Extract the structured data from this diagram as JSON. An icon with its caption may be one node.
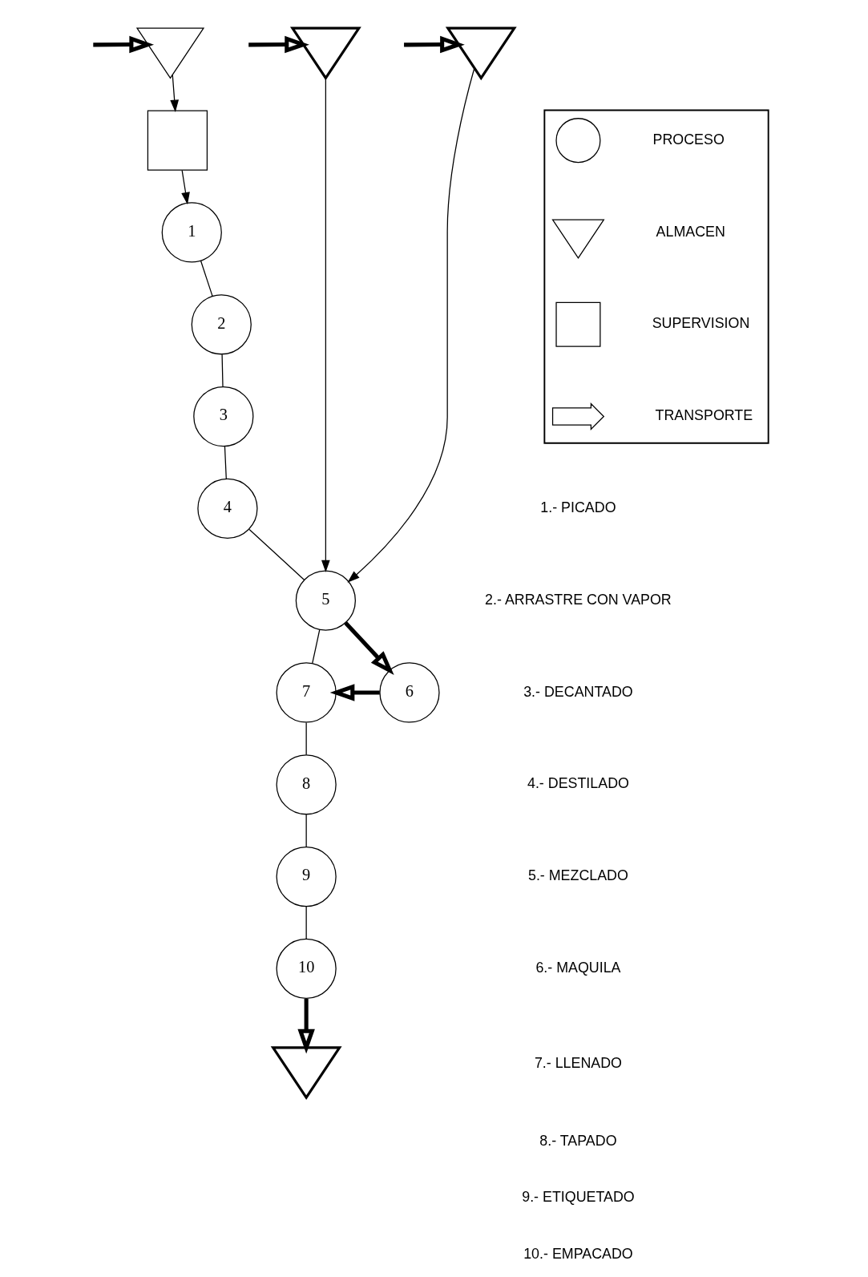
{
  "diagram": {
    "nodes": [
      {
        "text": [],
        "shape": "triangle"
      },
      {
        "text": [],
        "shape": "triangle"
      },
      {
        "text": [],
        "shape": "triangle"
      },
      {
        "text": [],
        "shape": "box"
      },
      {
        "text": [
          "1"
        ]
      },
      {
        "text": [
          "2"
        ]
      },
      {
        "text": [
          "3"
        ]
      },
      {
        "text": [
          "4"
        ]
      },
      {
        "text": [
          "5"
        ]
      },
      {
        "text": [
          "6"
        ]
      },
      {
        "text": [
          "7"
        ]
      },
      {
        "text": [
          "8"
        ]
      },
      {
        "text": [
          "9"
        ]
      },
      {
        "text": [
          "10"
        ]
      },
      {
        "text": [],
        "shape": "triangle"
      },
      {
        "text": [],
        "shape": "box"
      },
      {
        "text": [],
        "shape": "circle",
        "in": 15
      },
      {
        "text": [],
        "shape": "triangle",
        "in": 15
      },
      {
        "text": [],
        "shape": "box",
        "in": 15
      },
      {
        "text": [],
        "shape": "arrow",
        "in": 15
      }
    ],
    "edges": [
      {
        "from": null,
        "to": 0,
        "arrow": "to",
        "style": "thick"
      },
      {
        "from": null,
        "to": 1,
        "arrow": "to",
        "style": "thick"
      },
      {
        "from": null,
        "to": 2,
        "arrow": "to",
        "style": "thick"
      },
      {
        "from": 0,
        "to": 3,
        "arrow": "to"
      },
      {
        "from": 3,
        "to": 4,
        "arrow": "to"
      },
      {
        "from": 4,
        "to": 5,
        "arrow": "none"
      },
      {
        "from": 5,
        "to": 6,
        "arrow": "none"
      },
      {
        "from": 6,
        "to": 7,
        "arrow": "none"
      },
      {
        "from": 7,
        "to": 8,
        "arrow": "none"
      },
      {
        "from": 1,
        "to": 8,
        "arrow": "to"
      },
      {
        "from": 2,
        "to": 8,
        "arrow": "to"
      },
      {
        "from": 8,
        "to": 9,
        "arrow": "to",
        "style": "thick"
      },
      {
        "from": 9,
        "to": 10,
        "arrow": "to",
        "style": "thick"
      },
      {
        "from": 8,
        "to": 10,
        "arrow": "none"
      },
      {
        "from": 10,
        "to": 11,
        "arrow": "none"
      },
      {
        "from": 11,
        "to": 12,
        "arrow": "none"
      },
      {
        "from": 12,
        "to": 13,
        "arrow": "none"
      },
      {
        "from": 13,
        "to": 14,
        "arrow": "to",
        "style": "thick"
      }
    ],
    "labels": [
      "1.- PICADO",
      "2.- ARRASTRE CON VAPOR",
      "3.- DECANTADO",
      "4.- DESTILADO",
      "5.- MEZCLADO",
      "6.- MAQUILA",
      "7.- LLENADO",
      "8.- TAPADO",
      "9.- ETIQUETADO",
      "10.- EMPACADO"
    ],
    "legend": [
      {
        "text": "PROCESO"
      },
      {
        "text": "ALMACEN"
      },
      {
        "text": "SUPERVISION"
      },
      {
        "text": "TRANSPORTE"
      }
    ]
  }
}
